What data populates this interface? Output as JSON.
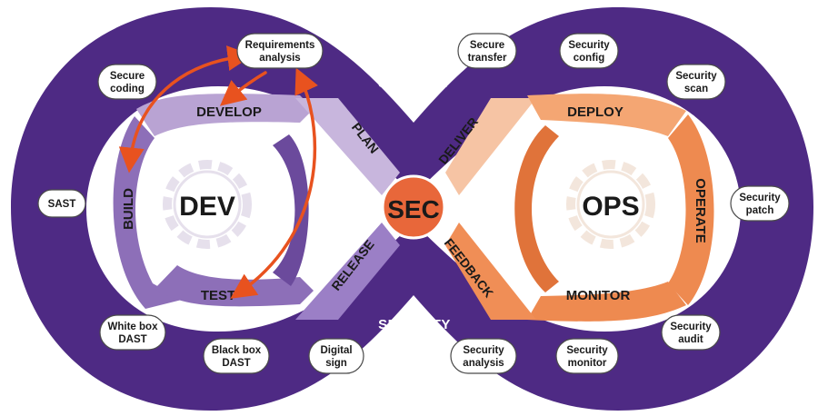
{
  "diagram": {
    "security_top": "SECURITY",
    "security_bottom": "SECURITY",
    "center": "SEC",
    "dev": "DEV",
    "ops": "OPS",
    "stages": {
      "develop": "DEVELOP",
      "build": "BUILD",
      "test": "TEST",
      "plan": "PLAN",
      "release": "RELEASE",
      "deliver": "DELIVER",
      "feedback": "FEEDBACK",
      "deploy": "DEPLOY",
      "operate": "OPERATE",
      "monitor": "MONITOR"
    },
    "pills": [
      {
        "id": "requirements",
        "line1": "Requirements",
        "line2": "analysis"
      },
      {
        "id": "secure-coding",
        "line1": "Secure",
        "line2": "coding"
      },
      {
        "id": "sast",
        "line1": "SAST",
        "line2": ""
      },
      {
        "id": "white-box",
        "line1": "White box",
        "line2": "DAST"
      },
      {
        "id": "black-box",
        "line1": "Black box",
        "line2": "DAST"
      },
      {
        "id": "digital-sign",
        "line1": "Digital",
        "line2": "sign"
      },
      {
        "id": "secure-transfer",
        "line1": "Secure",
        "line2": "transfer"
      },
      {
        "id": "security-config",
        "line1": "Security",
        "line2": "config"
      },
      {
        "id": "security-scan",
        "line1": "Security",
        "line2": "scan"
      },
      {
        "id": "security-patch",
        "line1": "Security",
        "line2": "patch"
      },
      {
        "id": "security-audit",
        "line1": "Security",
        "line2": "audit"
      },
      {
        "id": "security-monitor",
        "line1": "Security",
        "line2": "monitor"
      },
      {
        "id": "security-analysis",
        "line1": "Security",
        "line2": "analysis"
      }
    ],
    "colors": {
      "outer": "#4e2a84",
      "dev_light": "#b9a3d3",
      "dev_mid": "#8d6fb8",
      "ops_light": "#f6b98e",
      "ops_mid": "#ee8a50",
      "sec": "#e8673a",
      "arrow": "#e8521f"
    }
  }
}
